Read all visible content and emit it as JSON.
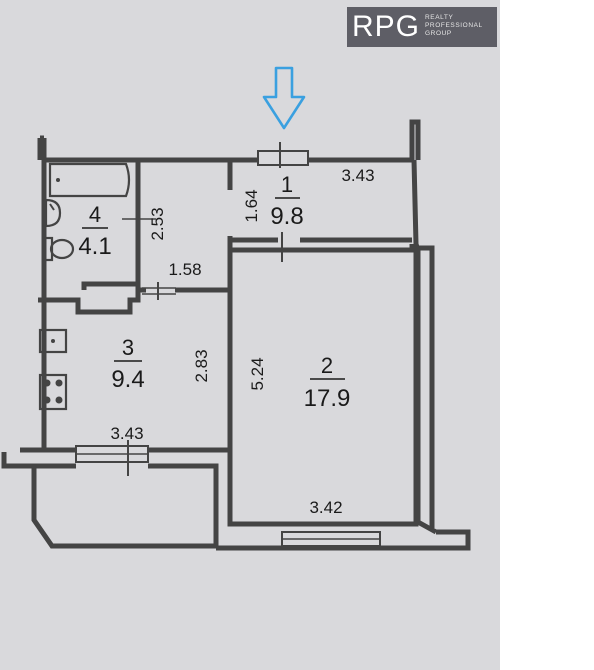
{
  "logo": {
    "mark": "RPG",
    "line1": "REALTY",
    "line2": "PROFESSIONAL",
    "line3": "GROUP"
  },
  "entry_arrow_icon": "down-arrow-icon",
  "colors": {
    "arrow": "#3aa0e0",
    "walls": "#444444",
    "paper": "#d9d9dc",
    "logo_bg": "#5e5e66"
  },
  "rooms": [
    {
      "number": "1",
      "area": "9.8"
    },
    {
      "number": "2",
      "area": "17.9"
    },
    {
      "number": "3",
      "area": "9.4"
    },
    {
      "number": "4",
      "area": "4.1"
    }
  ],
  "dimensions": {
    "hall_width": "3.43",
    "hall_depth": "1.64",
    "bath_depth": "2.53",
    "corridor_width": "1.58",
    "kitchen_depth": "2.83",
    "kitchen_width": "3.43",
    "living_depth": "5.24",
    "living_width": "3.42"
  }
}
